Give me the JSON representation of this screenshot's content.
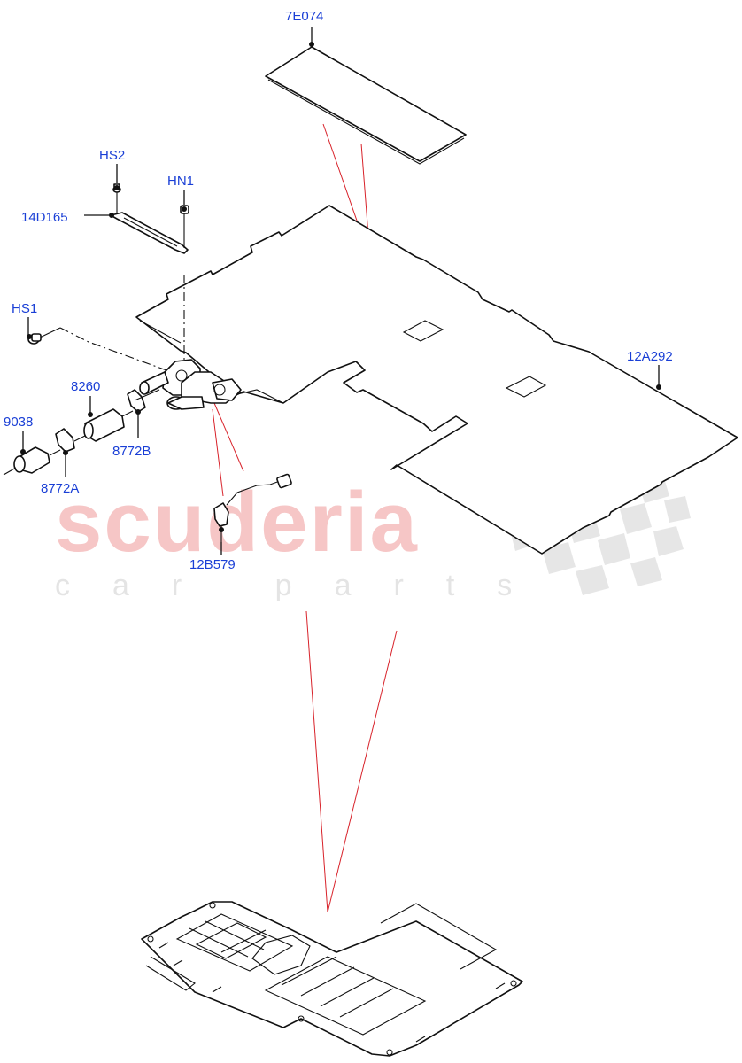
{
  "diagram": {
    "callouts": [
      {
        "id": "7E074",
        "label": "7E074"
      },
      {
        "id": "HS2",
        "label": "HS2"
      },
      {
        "id": "HN1",
        "label": "HN1"
      },
      {
        "id": "14D165",
        "label": "14D165"
      },
      {
        "id": "HS1",
        "label": "HS1"
      },
      {
        "id": "8260",
        "label": "8260"
      },
      {
        "id": "9038",
        "label": "9038"
      },
      {
        "id": "8772B",
        "label": "8772B"
      },
      {
        "id": "8772A",
        "label": "8772A"
      },
      {
        "id": "12A292",
        "label": "12A292"
      },
      {
        "id": "12B579",
        "label": "12B579"
      }
    ]
  },
  "watermark": {
    "brand": "scuderia",
    "tagline": "car parts"
  },
  "colors": {
    "callout_text": "#1a3fd6",
    "leader": "#111111",
    "pointer": "#d8222a",
    "watermark_brand": "#f6c6c6",
    "watermark_tagline": "#e4e4e4"
  }
}
